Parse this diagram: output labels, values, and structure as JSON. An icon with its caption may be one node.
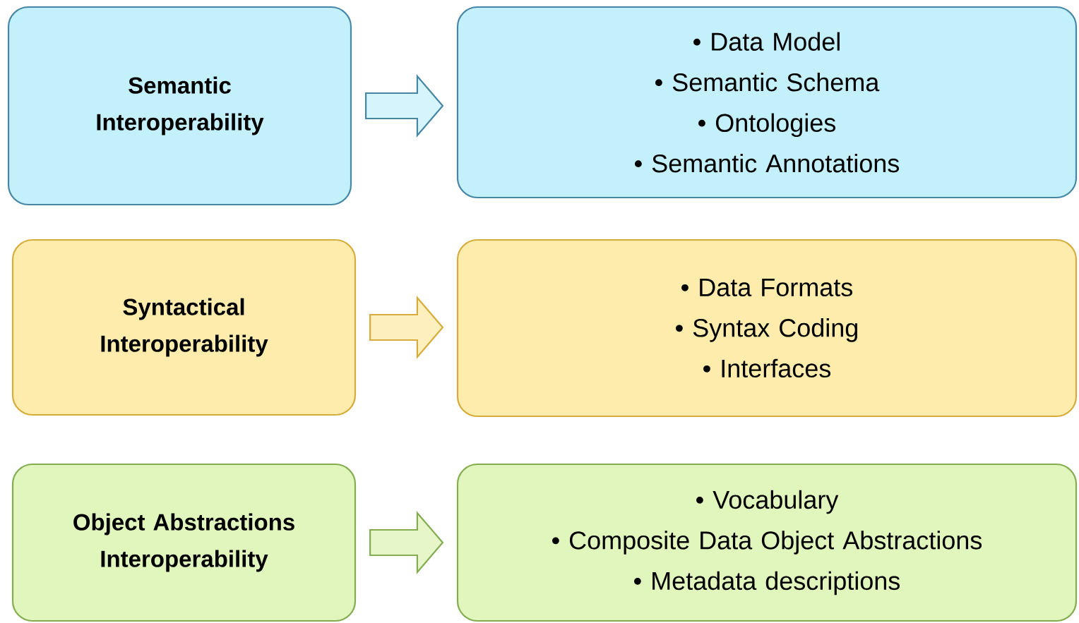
{
  "diagram": {
    "nodes": [
      {
        "text": [
          "Semantic Interoperability"
        ]
      },
      {
        "text": [
          "• Data Model",
          "• Semantic Schema",
          "• Ontologies",
          "• Semantic Annotations"
        ]
      },
      {
        "text": [
          "Syntactical Interoperability"
        ]
      },
      {
        "text": [
          "• Data Formats",
          "• Syntax Coding",
          "• Interfaces"
        ]
      },
      {
        "text": [
          "Object Abstractions Interoperability"
        ]
      },
      {
        "text": [
          "• Vocabulary",
          "• Composite Data Object Abstractions",
          "• Metadata descriptions"
        ]
      }
    ],
    "edges": [
      {
        "from": 0,
        "to": 1,
        "arrow": "to"
      },
      {
        "from": 2,
        "to": 3,
        "arrow": "to"
      },
      {
        "from": 4,
        "to": 5,
        "arrow": "to"
      }
    ]
  }
}
